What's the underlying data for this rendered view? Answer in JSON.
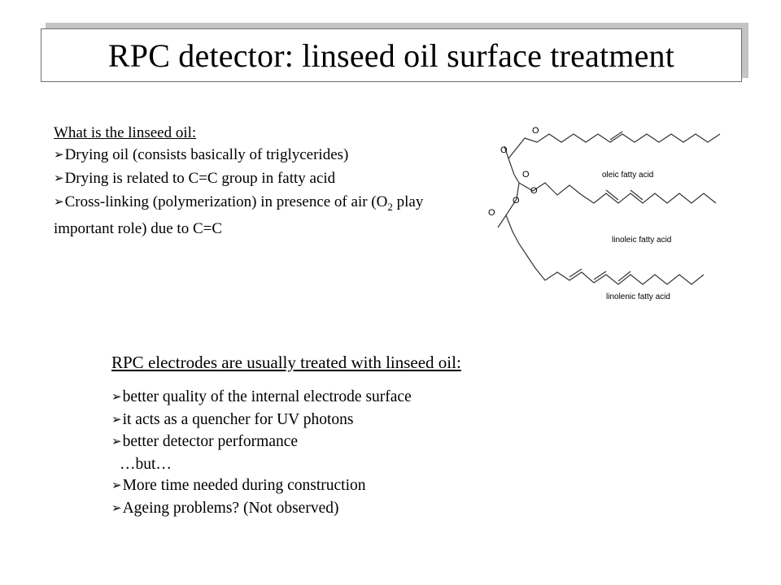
{
  "slide": {
    "title": "RPC detector: linseed oil surface treatment"
  },
  "intro": {
    "heading": "What is the linseed oil:",
    "items": [
      "Drying oil (consists basically of triglycerides)",
      "Drying is related to C=C group in fatty acid",
      "Cross-linking (polymerization) in presence of air (O",
      "2",
      " play important role) due to C=C"
    ]
  },
  "diagram": {
    "labels": [
      "oleic fatty acid",
      "linoleic fatty acid",
      "linolenic fatty acid"
    ],
    "atoms": [
      "O",
      "O",
      "O",
      "O",
      "O",
      "O"
    ]
  },
  "treatment": {
    "heading": "RPC electrodes are usually treated with linseed oil:",
    "items": [
      "better quality of the internal electrode surface",
      "it acts as a quencher for UV photons",
      "better detector performance",
      "…but…",
      "More time needed during construction",
      "Ageing problems? (Not observed)"
    ]
  },
  "bullet_glyph": "➢"
}
